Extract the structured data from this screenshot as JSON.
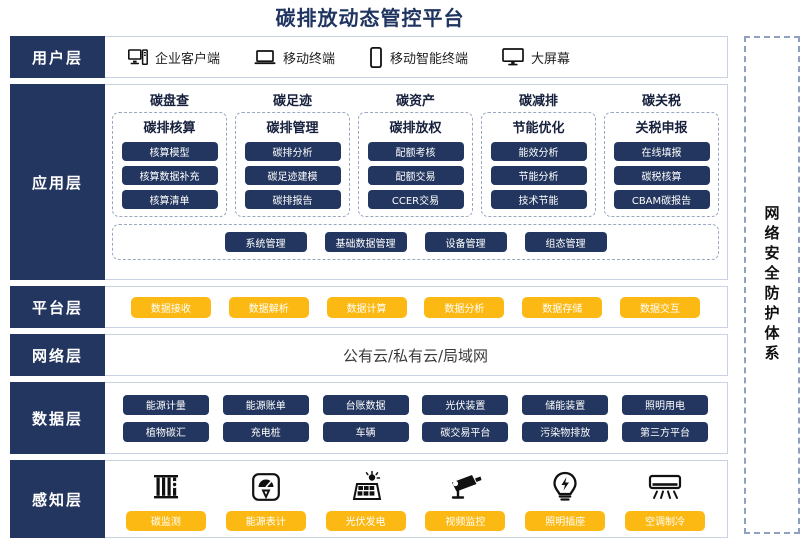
{
  "title": "碳排放动态管控平台",
  "security_band": {
    "label": "网络安全防护体系"
  },
  "layers": {
    "user": {
      "label": "用户层",
      "items": [
        {
          "icon": "desktop-tower-icon",
          "label": "企业客户端"
        },
        {
          "icon": "laptop-icon",
          "label": "移动终端"
        },
        {
          "icon": "smartphone-icon",
          "label": "移动智能终端"
        },
        {
          "icon": "large-screen-icon",
          "label": "大屏幕"
        }
      ]
    },
    "application": {
      "label": "应用层",
      "columns": [
        {
          "title": "碳盘查",
          "box_title": "碳排核算",
          "items": [
            "核算模型",
            "核算数据补充",
            "核算清单"
          ]
        },
        {
          "title": "碳足迹",
          "box_title": "碳排管理",
          "items": [
            "碳排分析",
            "碳足迹建模",
            "碳排报告"
          ]
        },
        {
          "title": "碳资产",
          "box_title": "碳排放权",
          "items": [
            "配额考核",
            "配额交易",
            "CCER交易"
          ]
        },
        {
          "title": "碳减排",
          "box_title": "节能优化",
          "items": [
            "能效分析",
            "节能分析",
            "技术节能"
          ]
        },
        {
          "title": "碳关税",
          "box_title": "关税申报",
          "items": [
            "在线填报",
            "碳税核算",
            "CBAM碳报告"
          ]
        }
      ],
      "management": [
        "系统管理",
        "基础数据管理",
        "设备管理",
        "组态管理"
      ]
    },
    "platform": {
      "label": "平台层",
      "items": [
        "数据接收",
        "数据解析",
        "数据计算",
        "数据分析",
        "数据存储",
        "数据交互"
      ]
    },
    "network": {
      "label": "网络层",
      "text": "公有云/私有云/局域网"
    },
    "data": {
      "label": "数据层",
      "row1": [
        "能源计量",
        "能源账单",
        "台账数据",
        "光伏装置",
        "储能装置",
        "照明用电"
      ],
      "row2": [
        "植物碳汇",
        "充电桩",
        "车辆",
        "碳交易平台",
        "污染物排放",
        "第三方平台"
      ]
    },
    "sense": {
      "label": "感知层",
      "items": [
        {
          "icon": "carbon-monitor-icon",
          "label": "碳监测"
        },
        {
          "icon": "energy-meter-icon",
          "label": "能源表计"
        },
        {
          "icon": "solar-panel-icon",
          "label": "光伏发电"
        },
        {
          "icon": "cctv-camera-icon",
          "label": "视频监控"
        },
        {
          "icon": "lightbulb-socket-icon",
          "label": "照明插座"
        },
        {
          "icon": "air-conditioner-icon",
          "label": "空调制冷"
        }
      ]
    }
  },
  "colors": {
    "navy": "#23365f",
    "yellow": "#fcb913",
    "border": "#c9d2e3",
    "dashed": "#9aa7bf"
  }
}
